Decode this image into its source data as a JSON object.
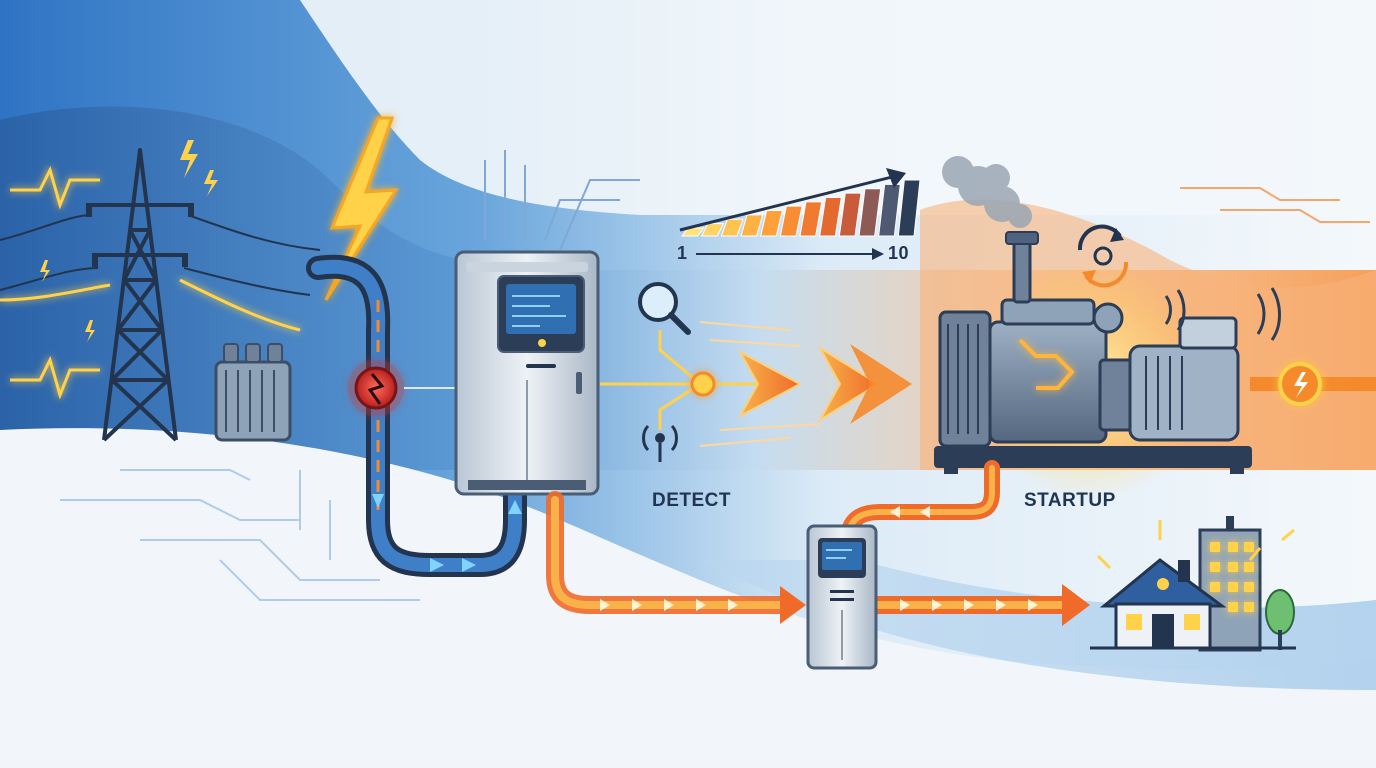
{
  "labels": {
    "detect": "DETECT",
    "startup": "STARTUP"
  },
  "delay_scale": {
    "min_label": "1",
    "max_label": "10",
    "segments": 12
  },
  "icons": [
    "transmission-tower-icon",
    "lightning-bolt-icon",
    "transformer-icon",
    "power-fault-icon",
    "switchgear-cabinet-icon",
    "magnifier-icon",
    "sensor-signal-icon",
    "generator-icon",
    "exhaust-smoke-icon",
    "rotate-cycle-icon",
    "transfer-switch-icon",
    "house-icon",
    "office-building-icon",
    "tree-icon",
    "power-output-icon"
  ],
  "colors": {
    "grid_blue": "#2c6fb7",
    "deep_navy": "#23344f",
    "fault_red": "#d8342b",
    "backup_orange": "#f58a2c",
    "glow_yellow": "#ffd24a",
    "equipment_gray": "#8fa3b8"
  }
}
